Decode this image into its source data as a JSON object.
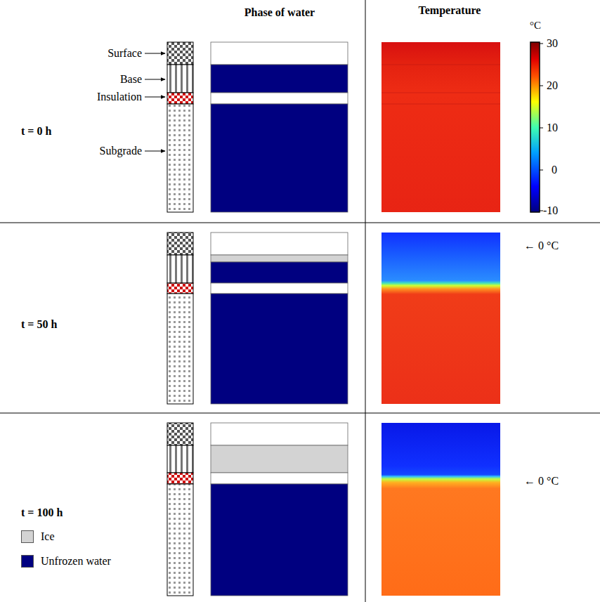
{
  "diagram": {
    "labels": [
      "Phase of water",
      "Temperature",
      "°C",
      "30",
      "20",
      "10",
      "0",
      "-10",
      "Surface",
      "Base",
      "Insulation",
      "Subgrade",
      "t = 0 h",
      "← 0 °C",
      "t = 50 h",
      "← 0 °C",
      "t = 100 h"
    ],
    "legend": [
      {
        "text": "Ice",
        "color": "#d3d3d3"
      },
      {
        "text": "Unfrozen water",
        "color": "#000080"
      }
    ]
  }
}
